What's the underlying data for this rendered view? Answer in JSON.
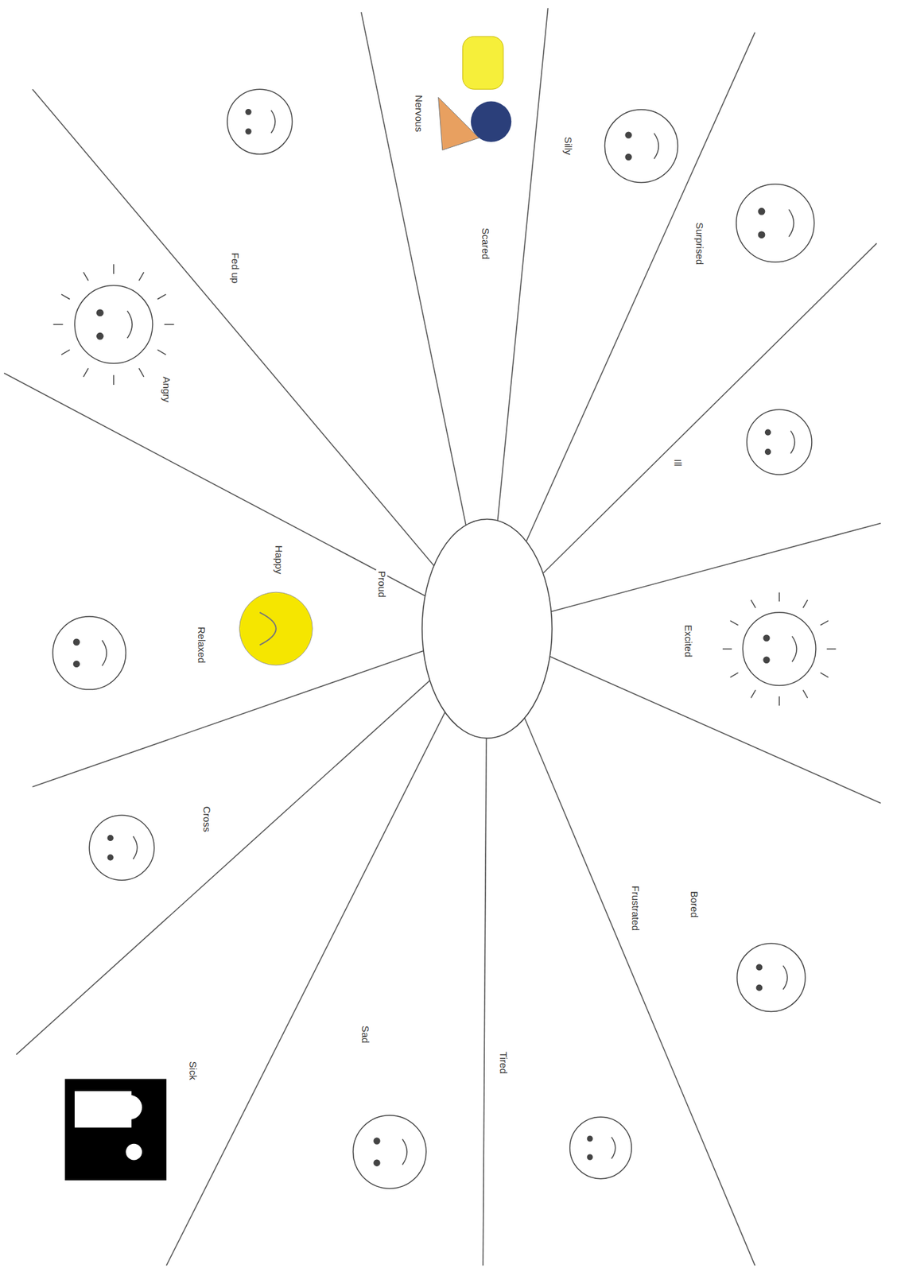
{
  "diagram": {
    "labels": [
      "Nervous",
      "Scared",
      "Silly",
      "Surprised",
      "Ill",
      "Excited",
      "Frustrated",
      "Bored",
      "Tired",
      "Sad",
      "Sick",
      "Cross",
      "Relaxed",
      "Happy",
      "Proud",
      "Angry",
      "Fed up"
    ]
  }
}
